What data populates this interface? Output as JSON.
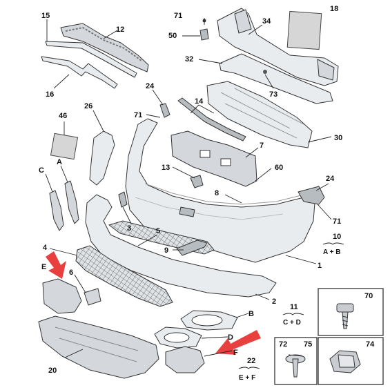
{
  "callouts": {
    "c15": "15",
    "c12": "12",
    "c16": "16",
    "c71a": "71",
    "c50": "50",
    "c32": "32",
    "c34": "34",
    "c18": "18",
    "c73": "73",
    "c24a": "24",
    "c14": "14",
    "c26": "26",
    "c71b": "71",
    "c46": "46",
    "c30": "30",
    "c7": "7",
    "cC": "C",
    "cA": "A",
    "c13": "13",
    "c60": "60",
    "c24b": "24",
    "c8": "8",
    "c71c": "71",
    "c3": "3",
    "c5": "5",
    "c10": "10",
    "c10sub": "A + B",
    "c9": "9",
    "c4": "4",
    "c1": "1",
    "cE": "E",
    "c6": "6",
    "c2": "2",
    "cB": "B",
    "c11": "11",
    "c11sub": "C + D",
    "cD": "D",
    "c20": "20",
    "cF": "F",
    "c22": "22",
    "c22sub": "E + F",
    "c70": "70",
    "c72": "72",
    "c75": "75",
    "c74": "74"
  },
  "colors": {
    "arrow": "#e8403f",
    "line": "#222222"
  },
  "icons": {
    "arrow": "red-pointer-arrow",
    "screw": "screw-icon",
    "clip": "clip-icon"
  }
}
